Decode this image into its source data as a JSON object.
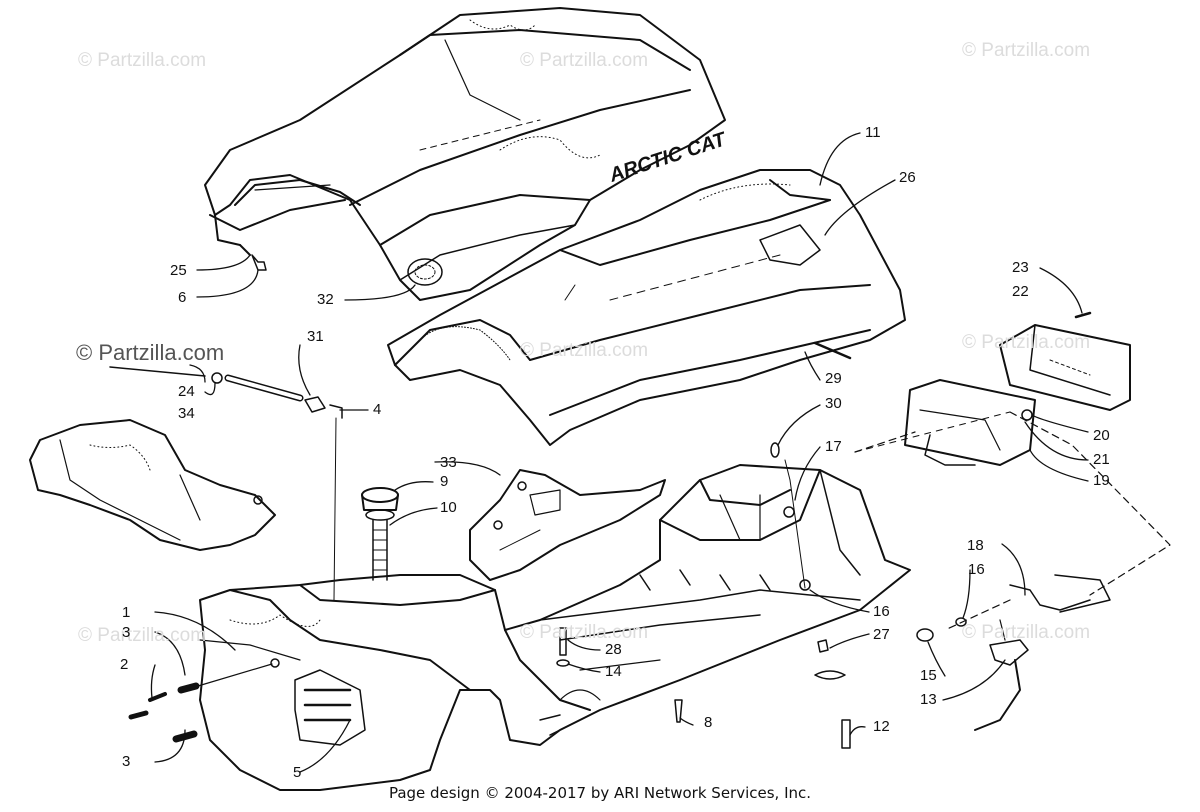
{
  "watermarks": [
    "© Partzilla.com",
    "© Partzilla.com",
    "© Partzilla.com",
    "© Partzilla.com",
    "© Partzilla.com",
    "© Partzilla.com",
    "© Partzilla.com",
    "© Partzilla.com",
    "© Partzilla.com"
  ],
  "brand_text": "ARCTIC CAT",
  "callouts": [
    "1",
    "2",
    "3",
    "3",
    "4",
    "5",
    "6",
    "8",
    "9",
    "10",
    "11",
    "12",
    "13",
    "14",
    "15",
    "16",
    "16",
    "17",
    "18",
    "19",
    "20",
    "21",
    "22",
    "23",
    "24",
    "25",
    "26",
    "27",
    "28",
    "29",
    "30",
    "31",
    "32",
    "33",
    "34"
  ],
  "footer": "Page design © 2004-2017 by ARI Network Services, Inc."
}
